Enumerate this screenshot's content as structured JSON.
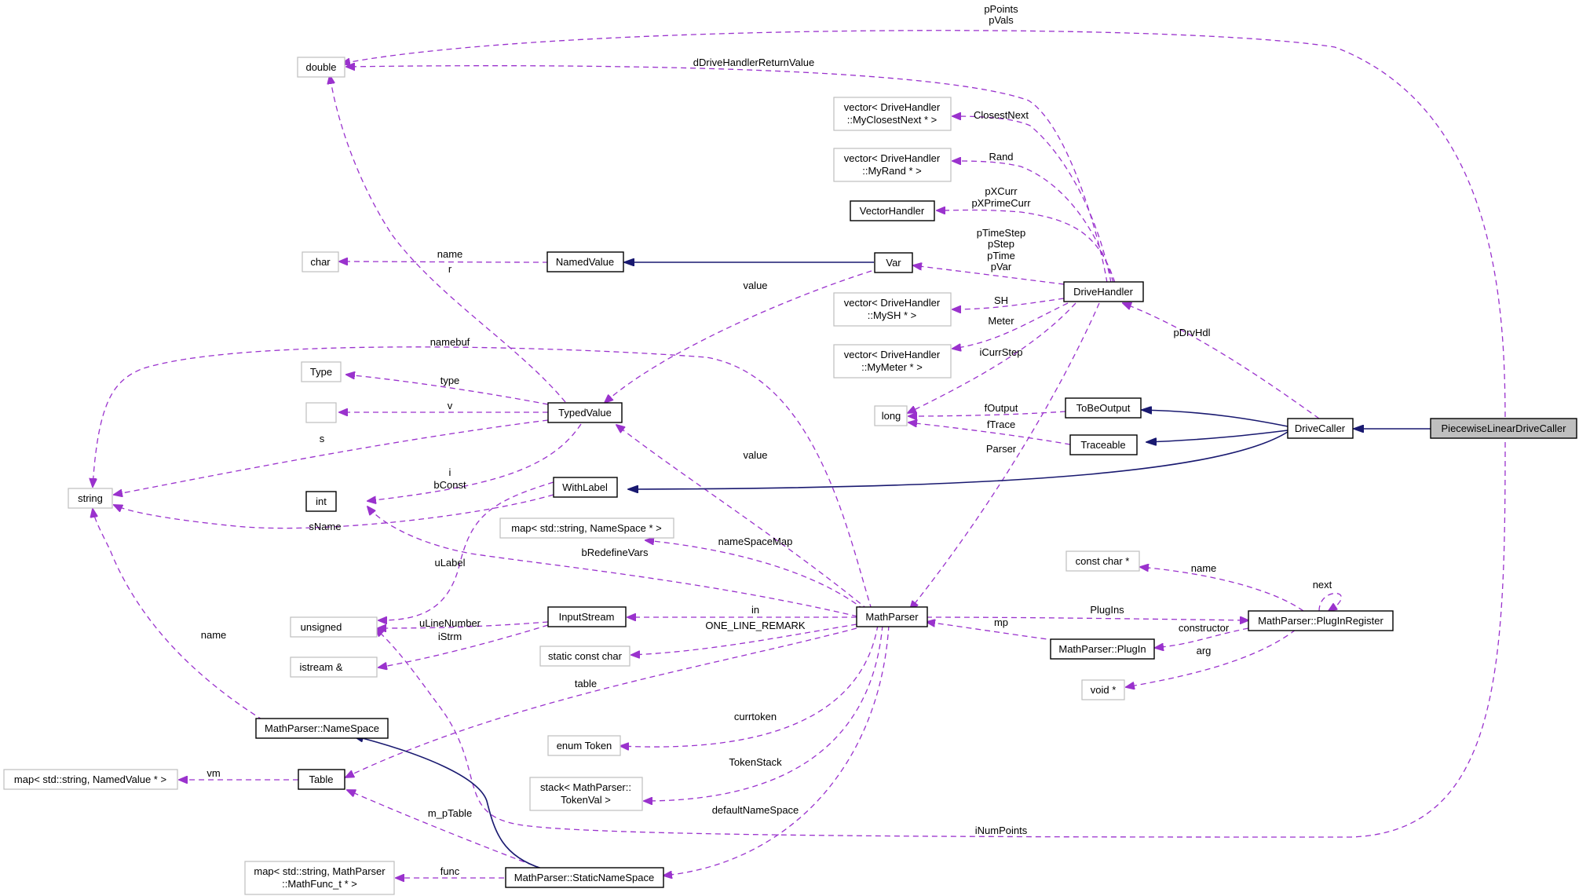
{
  "nodes": {
    "double": "double",
    "char": "char",
    "type_cls": "Type",
    "empty": "",
    "string": "string",
    "int": "int",
    "unsigned": "unsigned",
    "istream": "istream &",
    "namespace": "MathParser::NameSpace",
    "map_named": "map< std::string, NamedValue * >",
    "table": "Table",
    "map_func_1": "map< std::string, MathParser",
    "map_func_2": "::MathFunc_t * >",
    "named_value": "NamedValue",
    "typed_value": "TypedValue",
    "with_label": "WithLabel",
    "input_stream": "InputStream",
    "map_ns": "map< std::string, NameSpace * >",
    "static_const_char": "static const char",
    "enum_token": "enum Token",
    "stack_1": "stack< MathParser::",
    "stack_2": "TokenVal >",
    "static_ns": "MathParser::StaticNameSpace",
    "vec_closest_1": "vector< DriveHandler",
    "vec_closest_2": "::MyClosestNext * >",
    "vec_rand_1": "vector< DriveHandler",
    "vec_rand_2": "::MyRand * >",
    "vector_handler": "VectorHandler",
    "var": "Var",
    "vec_sh_1": "vector< DriveHandler",
    "vec_sh_2": "::MySH * >",
    "vec_meter_1": "vector< DriveHandler",
    "vec_meter_2": "::MyMeter * >",
    "long": "long",
    "math_parser": "MathParser",
    "drive_handler": "DriveHandler",
    "to_be_output": "ToBeOutput",
    "traceable": "Traceable",
    "const_char_ptr": "const char *",
    "void_ptr": "void *",
    "plugin": "MathParser::PlugIn",
    "plugin_register": "MathParser::PlugInRegister",
    "drive_caller": "DriveCaller",
    "piecewise": "PiecewiseLinearDriveCaller"
  },
  "labels": {
    "pPoints": "pPoints",
    "pVals": "pVals",
    "dDriveHandlerReturnValue": "dDriveHandlerReturnValue",
    "ClosestNext": "ClosestNext",
    "Rand": "Rand",
    "pXCurr": "pXCurr",
    "pXPrimeCurr": "pXPrimeCurr",
    "pTimeStep": "pTimeStep",
    "pStep": "pStep",
    "pTime": "pTime",
    "pVar": "pVar",
    "name_char": "name",
    "r": "r",
    "value_var": "value",
    "SH": "SH",
    "Meter": "Meter",
    "iCurrStep": "iCurrStep",
    "pDrvHdl": "pDrvHdl",
    "namebuf": "namebuf",
    "type": "type",
    "v": "v",
    "s": "s",
    "fOutput": "fOutput",
    "fTrace": "fTrace",
    "Parser": "Parser",
    "value_mp": "value",
    "i": "i",
    "bConst": "bConst",
    "sName": "sName",
    "nameSpaceMap": "nameSpaceMap",
    "bRedefineVars": "bRedefineVars",
    "uLabel": "uLabel",
    "name_cc": "name",
    "next": "next",
    "in": "in",
    "uLineNumber": "uLineNumber",
    "iStrm": "iStrm",
    "ONE_LINE_REMARK": "ONE_LINE_REMARK",
    "PlugIns": "PlugIns",
    "mp": "mp",
    "constructor": "constructor",
    "arg": "arg",
    "name_ns": "name",
    "table": "table",
    "currtoken": "currtoken",
    "vm": "vm",
    "TokenStack": "TokenStack",
    "m_pTable": "m_pTable",
    "defaultNameSpace": "defaultNameSpace",
    "iNumPoints": "iNumPoints",
    "func": "func"
  }
}
